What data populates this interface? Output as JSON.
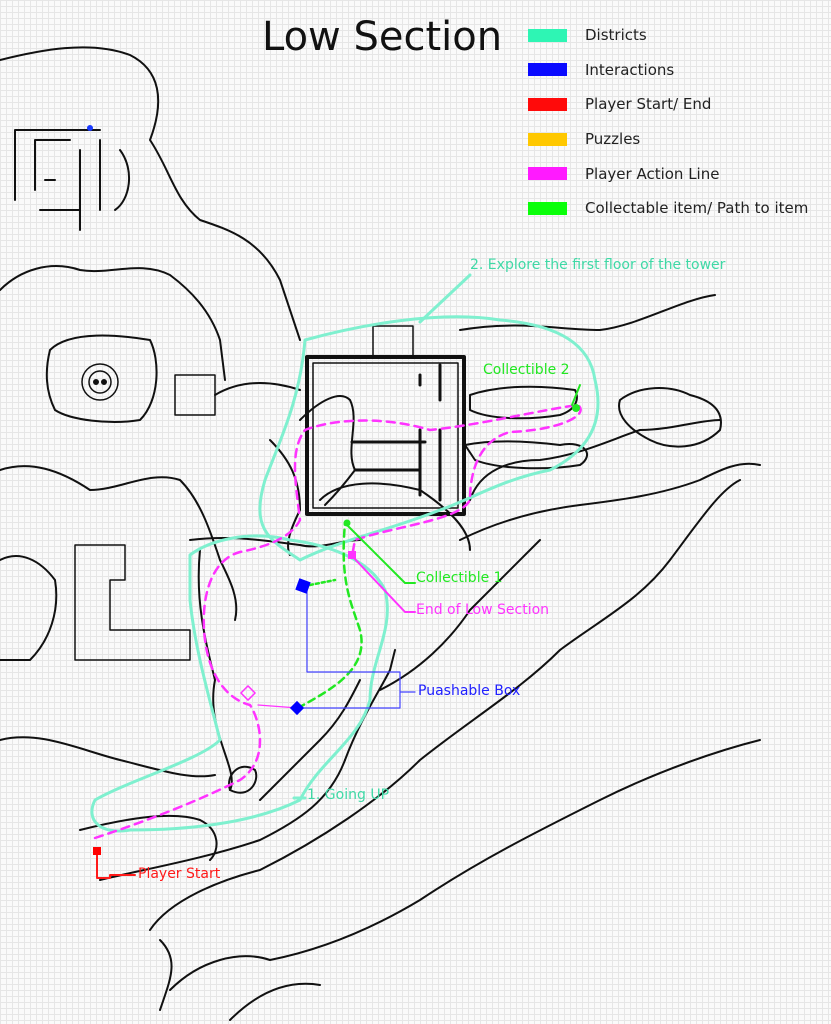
{
  "title": "Low Section",
  "legend": [
    {
      "label": "Districts",
      "color": "#2ef5b4"
    },
    {
      "label": "Interactions",
      "color": "#0a0aff"
    },
    {
      "label": "Player Start/ End",
      "color": "#ff0a0a"
    },
    {
      "label": "Puzzles",
      "color": "#ffc800"
    },
    {
      "label": "Player Action Line",
      "color": "#ff1aff"
    },
    {
      "label": "Collectable item/ Path to item",
      "color": "#0aff0a"
    }
  ],
  "annotations": {
    "district_2": "2. Explore the first floor of the tower",
    "district_1": "1. Going UP",
    "collectible_2": "Collectible 2",
    "collectible_1": "Collectible 1",
    "end": "End of Low Section",
    "pushable_box": "Puashable Box",
    "player_start": "Player Start"
  }
}
